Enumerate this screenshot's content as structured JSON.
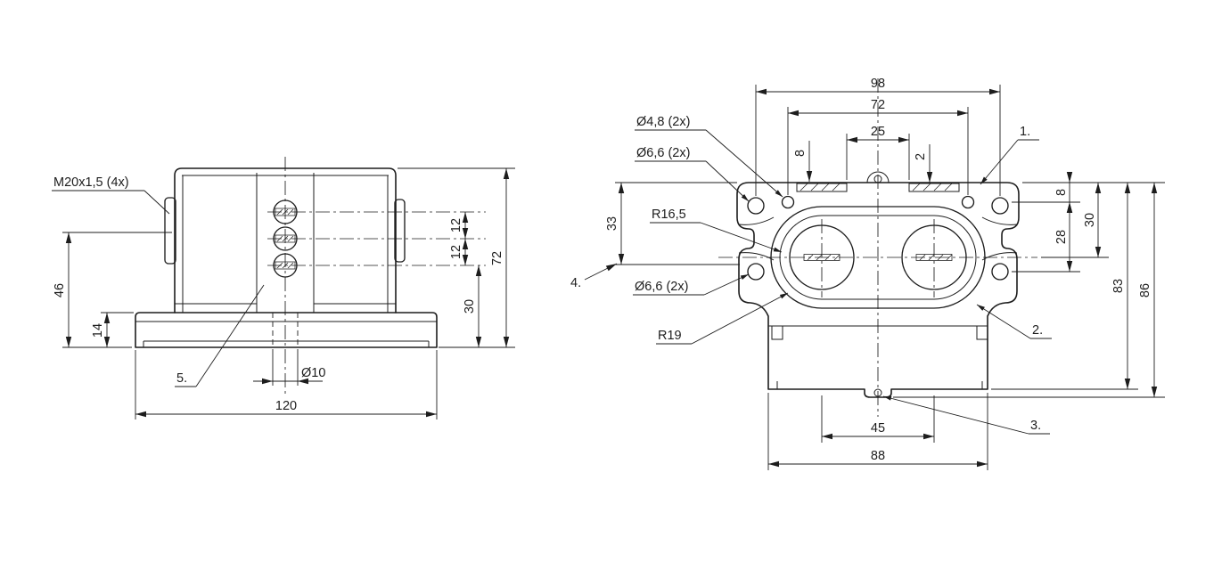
{
  "meta": {
    "background": "#ffffff",
    "ink": "#1d1d1d"
  },
  "left_view": {
    "thread_label": "M20x1,5 (4x)",
    "callout_5": "5.",
    "dims": {
      "d46": "46",
      "d14": "14",
      "d12a": "12",
      "d12b": "12",
      "d72": "72",
      "d30": "30",
      "d10": "Ø10",
      "d120": "120"
    }
  },
  "right_view": {
    "labels": {
      "dia48": "Ø4,8 (2x)",
      "dia66_top": "Ø6,6 (2x)",
      "r165": "R16,5",
      "dia66_bot": "Ø6,6 (2x)",
      "r19": "R19"
    },
    "callouts": {
      "c1": "1.",
      "c2": "2.",
      "c3": "3.",
      "c4": "4."
    },
    "dims": {
      "d98": "98",
      "d72": "72",
      "d25": "25",
      "d8top": "8",
      "d2": "2",
      "d33": "33",
      "d8r": "8",
      "d30": "30",
      "d28": "28",
      "d83": "83",
      "d86": "86",
      "d45": "45",
      "d88": "88"
    }
  }
}
